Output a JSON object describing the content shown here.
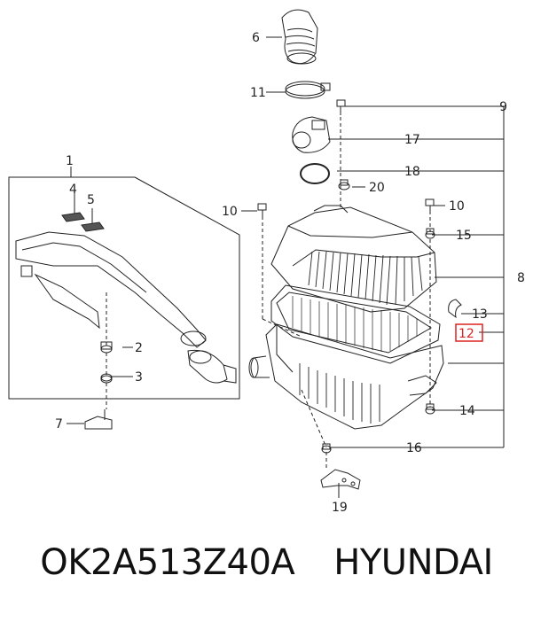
{
  "diagram": {
    "callouts": {
      "c1": "1",
      "c2": "2",
      "c3": "3",
      "c4": "4",
      "c5": "5",
      "c6": "6",
      "c7": "7",
      "c8": "8",
      "c9": "9",
      "c10a": "10",
      "c10b": "10",
      "c11": "11",
      "c12": "12",
      "c13": "13",
      "c14": "14",
      "c15": "15",
      "c16": "16",
      "c17": "17",
      "c18": "18",
      "c19": "19",
      "c20": "20"
    },
    "highlight_color": "#d22222"
  },
  "caption": {
    "part_number": "OK2A513Z40A",
    "brand": "HYUNDAI"
  }
}
